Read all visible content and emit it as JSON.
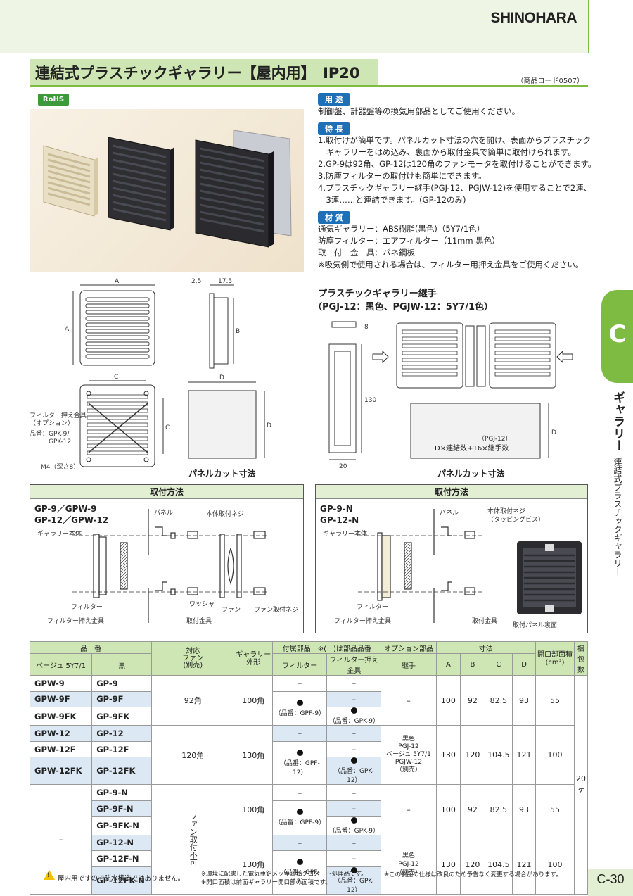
{
  "brand": "SHINOHARA",
  "title": "連結式プラスチックギャラリー【屋内用】　IP20",
  "product_code": "（商品コード0507）",
  "rohs": "RoHS",
  "specs": {
    "use_label": "用 途",
    "use_text": "制御盤、計器盤等の換気用部品としてご使用ください。",
    "feature_label": "特 長",
    "features": [
      "1.取付けが簡単です。パネルカット寸法の穴を開け、表面からプラスチック",
      "　ギャラリーをはめ込み、裏面から取付金具で簡単に取付けられます。",
      "2.GP-9は92角、GP-12は120角のファンモータを取付けることができます。",
      "3.防塵フィルターの取付けも簡単にできます。",
      "4.プラスチックギャラリー継手(PGJ-12、PGJW-12)を使用することで2連、",
      "　3連……と連結できます。(GP-12のみ)"
    ],
    "material_label": "材 質",
    "materials": [
      "通気ギャラリー：ABS樹脂(黒色)（5Y7/1色）",
      "防塵フィルター：エアフィルター（11mm 黒色）",
      "取　付　金　具：バネ鋼板",
      "※吸気側で使用される場合は、フィルター用押え金具をご使用ください。"
    ]
  },
  "drawing": {
    "dim_a": "A",
    "dim_b": "B",
    "dim_c": "C",
    "dim_d": "D",
    "dim_25": "2.5",
    "dim_175": "17.5",
    "filter_bracket": "フィルター押え金具\n（オプション）",
    "part_no": "品番：GPK-9/\n　　　GPK-12",
    "m4": "M4（深さ8）",
    "panel_cut": "パネルカット寸法",
    "joint_title1": "プラスチックギャラリー継手",
    "joint_title2": "（PGJ-12：黒色、PGJW-12：5Y7/1色）",
    "dim_8": "8",
    "dim_130": "130",
    "dim_20": "20",
    "joint_formula1": "（PGJ-12）",
    "joint_formula2": "D×連結数+16×継手数",
    "panel_cut2": "パネルカット寸法"
  },
  "mount_left": {
    "title": "取付方法",
    "models": [
      "GP-9／GPW-9",
      "GP-12／GPW-12"
    ],
    "labels": {
      "panel": "パネル",
      "screw": "本体取付ネジ",
      "body": "ギャラリー本体",
      "filter": "フィルター",
      "filter_bracket": "フィルター押え金具",
      "washer": "ワッシャ",
      "fan": "ファン",
      "fan_screw": "ファン取付ネジ",
      "bracket": "取付金具"
    }
  },
  "mount_right": {
    "title": "取付方法",
    "models": [
      "GP-9-N",
      "GP-12-N"
    ],
    "labels": {
      "panel": "パネル",
      "screw": "本体取付ネジ",
      "screw_type": "（タッピングビス）",
      "body": "ギャラリー本体",
      "filter": "フィルター",
      "filter_bracket": "フィルター押え金具",
      "bracket": "取付金具",
      "back": "取付パネル裏面"
    }
  },
  "table": {
    "h_partno": "品　番",
    "h_beige": "ベージュ 5Y7/1",
    "h_black": "黒",
    "h_fan": "対応\nファン\n(別売)",
    "h_shape": "ギャラリー\n外形",
    "h_accessory": "付属部品　※(　)は部品品番",
    "h_filter": "フィルター",
    "h_filterb": "フィルター押え金具",
    "h_option": "オプション部品",
    "h_joint": "継手",
    "h_dims": "寸法",
    "h_a": "A",
    "h_b": "B",
    "h_c": "C",
    "h_d": "D",
    "h_open": "開口部面積\n(cm²)",
    "h_pack": "梱包数",
    "dash": "–",
    "fan92": "92角",
    "fan120": "120角",
    "fan_none": "ファン取付不可",
    "shape100": "100角",
    "shape130": "130角",
    "gpf9": "（品番：GPF-9）",
    "gpk9": "（品番：GPK-9）",
    "gpf12": "（品番：GPF-12）",
    "gpk12": "（品番：GPK-12）",
    "joint1": "黒色\nPGJ-12\nベージュ 5Y7/1\nPGJW-12\n（別売）",
    "joint2": "黒色\nPGJ-12\n（別売）",
    "g9": {
      "a": "100",
      "b": "92",
      "c": "82.5",
      "d": "93",
      "open": "55"
    },
    "g12": {
      "a": "130",
      "b": "120",
      "c": "104.5",
      "d": "121",
      "open": "100"
    },
    "pack": "20ヶ",
    "rows_beige": [
      "GPW-9",
      "GPW-9F",
      "GPW-9FK",
      "GPW-12",
      "GPW-12F",
      "GPW-12FK"
    ],
    "rows_black": [
      "GP-9",
      "GP-9F",
      "GP-9FK",
      "GP-12",
      "GP-12F",
      "GP-12FK",
      "GP-9-N",
      "GP-9F-N",
      "GP-9FK-N",
      "GP-12-N",
      "GP-12F-N",
      "GP-12FK-N"
    ]
  },
  "side": {
    "letter": "C",
    "category": "ギャラリー",
    "sub": "連結式プラスチックギャラリー"
  },
  "footer": {
    "note1": "屋内用ですので防水構造ではありません。",
    "note2a": "※環境に配慮した電気亜鉛メッキ三価クロメート処理品です。",
    "note2b": "※開口面積は前面ギャラリー開口部の面積です。",
    "note3": "※この製品の仕様は改良のため予告なく変更する場合があります。",
    "page": "C-30"
  },
  "colors": {
    "green": "#7dbb42",
    "lightgreen": "#cde6b3",
    "blue": "#1f6fb7",
    "rowblue": "#dce9f5"
  }
}
